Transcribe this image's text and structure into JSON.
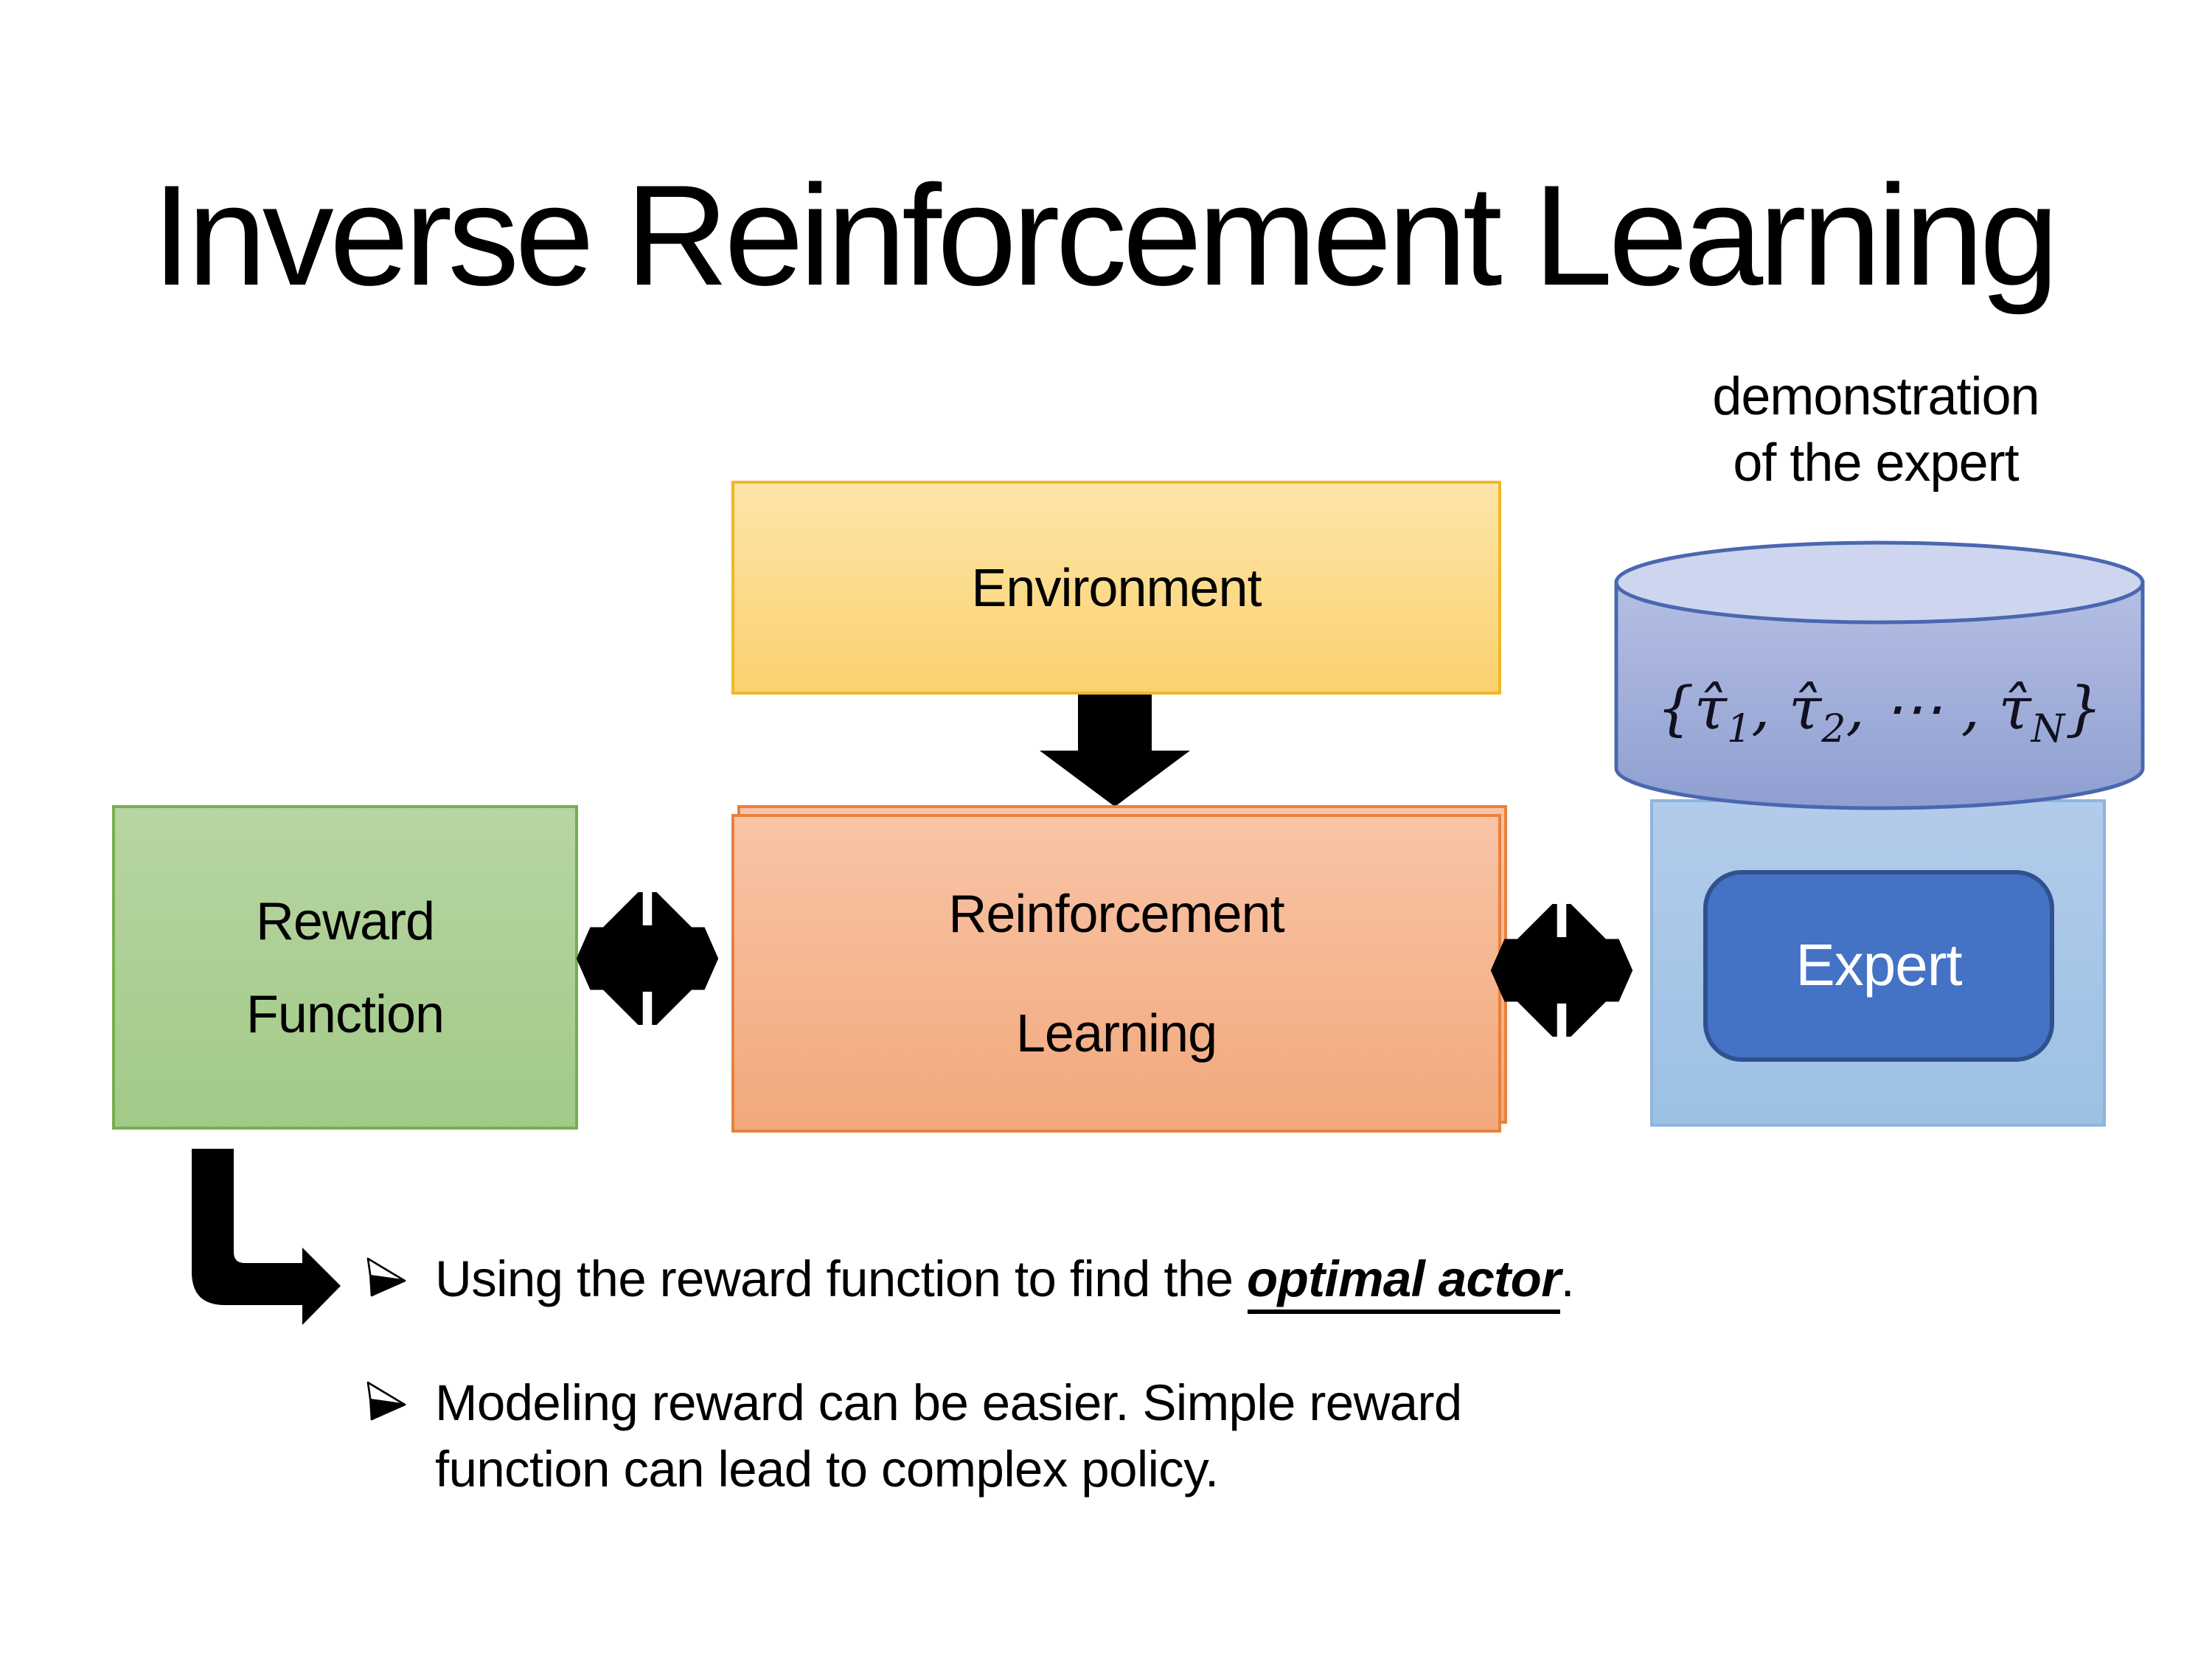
{
  "slide": {
    "title": "Inverse Reinforcement Learning"
  },
  "demonstration_caption": {
    "line1": "demonstration",
    "line2": "of the expert"
  },
  "diagram": {
    "environment": {
      "label": "Environment"
    },
    "reward_function": {
      "line1": "Reward",
      "line2": "Function"
    },
    "reinforcement_learning": {
      "line1": "Reinforcement",
      "line2": "Learning"
    },
    "expert": {
      "label": "Expert"
    },
    "trajectory_set": {
      "p1": "{τ̂",
      "s1": "1",
      "p2": ", τ̂",
      "s2": "2",
      "p3": ", ⋯ , τ̂",
      "s3": "N",
      "p4": "}"
    },
    "icons": {
      "down_arrow": "block arrow from Environment to Reinforcement Learning",
      "double_arrow_left": "bidirectional arrows between Reward Function and Reinforcement Learning",
      "double_arrow_right": "bidirectional arrows between Reinforcement Learning and Expert",
      "elbow_arrow": "bent arrow from Reward Function to bullet list",
      "database_cylinder": "demonstration data store"
    }
  },
  "bullets": {
    "item1": {
      "before": "Using the reward function to find the ",
      "emphasis": "optimal actor",
      "after": "."
    },
    "item2": {
      "line1": "Modeling reward can be easier. Simple reward",
      "line2": "function can lead to complex policy."
    }
  },
  "colors": {
    "text": "#000000",
    "env_fill_top": "#FDE5A8",
    "env_fill_bottom": "#FBD170",
    "env_border": "#F1B724",
    "rf_fill_top": "#B7D5A2",
    "rf_fill_bottom": "#A2CA87",
    "rf_border": "#77AE4F",
    "rl_fill_top": "#F8C4A6",
    "rl_fill_bottom": "#F2A87C",
    "rl_border": "#E8803C",
    "cyl_body_top": "#B5BFE4",
    "cyl_body_bottom": "#8F9FD1",
    "cyl_top_fill": "#CDD6EE",
    "cyl_border": "#4A67AF",
    "exp_container_top": "#B3CBEA",
    "exp_container_bottom": "#9BC1E5",
    "exp_container_border": "#8FB4DC",
    "expert_fill": "#4472C4",
    "expert_border": "#2F528F",
    "expert_text": "#FFFFFF",
    "arrow_black": "#000000"
  }
}
